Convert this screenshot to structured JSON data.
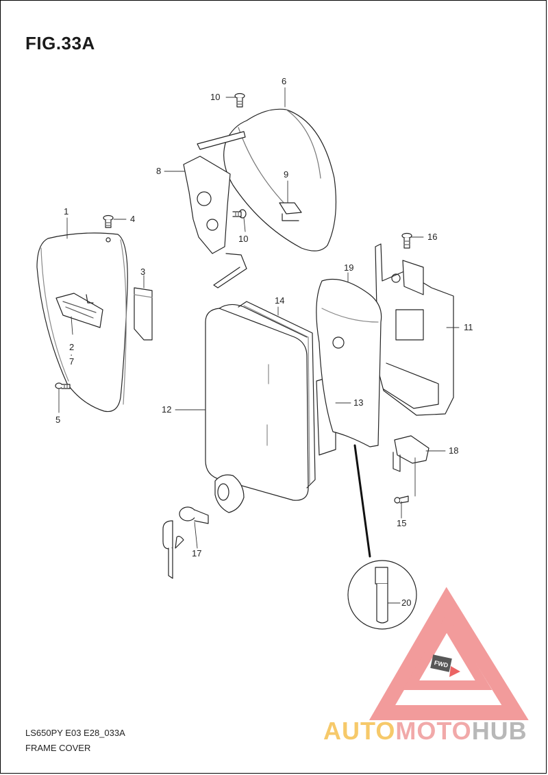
{
  "figure": {
    "title": "FIG.33A"
  },
  "footer": {
    "model_code": "LS650PY E03 E28_033A",
    "section_name": "FRAME COVER"
  },
  "watermark": {
    "part1": "AUTO",
    "part2": "MOTO",
    "part3": "HUB",
    "icon": "triangle-logo-icon",
    "badge": "FWD",
    "colors": [
      "#f6c96a",
      "#f1a9a9",
      "#b8b8b8",
      "#e84a4a"
    ]
  },
  "callouts": {
    "c1": "1",
    "c2": "2",
    "c2b": "·",
    "c2c": "7",
    "c3": "3",
    "c4": "4",
    "c5": "5",
    "c6": "6",
    "c8": "8",
    "c9": "9",
    "c10a": "10",
    "c10b": "10",
    "c11": "11",
    "c12": "12",
    "c13": "13",
    "c14": "14",
    "c15": "15",
    "c16": "16",
    "c17": "17",
    "c18": "18",
    "c19": "19",
    "c20": "20"
  }
}
